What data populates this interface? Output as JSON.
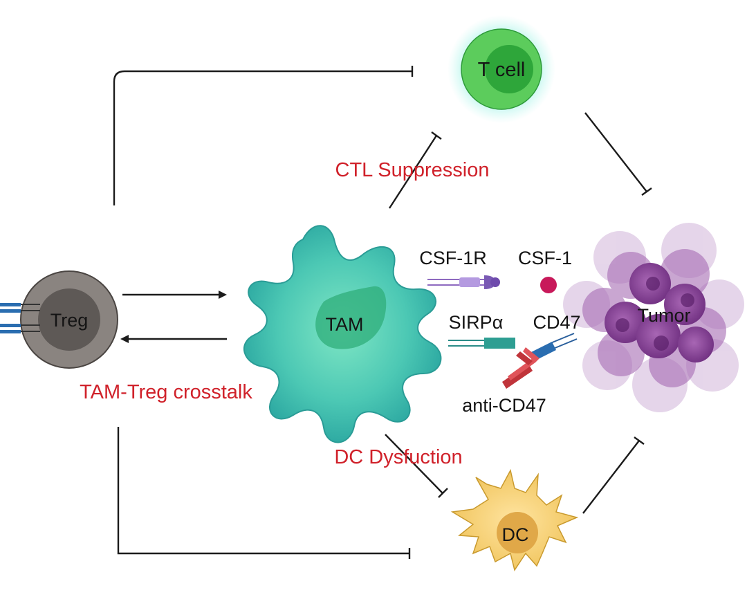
{
  "cells": {
    "t_cell": "T cell",
    "tam": "TAM",
    "treg": "Treg",
    "tumor": "Tumor",
    "dc": "DC"
  },
  "annotations": {
    "ctl_suppression": "CTL Suppression",
    "dc_dysfunction": "DC Dysfuction",
    "crosstalk": "TAM-Treg crosstalk"
  },
  "molecules": {
    "csf1r": "CSF-1R",
    "csf1": "CSF-1",
    "sirpa": "SIRPα",
    "cd47": "CD47",
    "anti_cd47": "anti-CD47"
  },
  "colors": {
    "annotation_red": "#d0212a",
    "t_cell_green": "#5ccc5c",
    "tam_teal": "#4fc4b4",
    "tumor_purple": "#9a5aa8",
    "dc_yellow": "#f2cc6a",
    "treg_gray": "#8a8480"
  },
  "icons": [
    "t-cell-icon",
    "tam-cell-icon",
    "treg-cell-icon",
    "tumor-cell-icon",
    "dendritic-cell-icon",
    "csf1r-receptor-icon",
    "csf1-ligand-icon",
    "sirpa-receptor-icon",
    "cd47-receptor-icon",
    "anti-cd47-antibody-icon"
  ]
}
